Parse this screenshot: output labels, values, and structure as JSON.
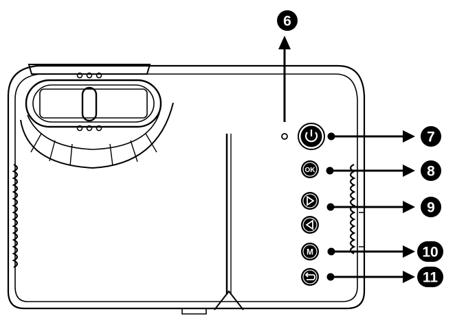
{
  "diagram": {
    "callouts": [
      {
        "number": "6"
      },
      {
        "number": "7"
      },
      {
        "number": "8"
      },
      {
        "number": "9"
      },
      {
        "number": "10"
      },
      {
        "number": "11"
      }
    ],
    "buttons": {
      "ok_label": "OK",
      "menu_label": "M"
    },
    "icons": {
      "power": "power-icon",
      "play": "play-icon",
      "back": "back-icon",
      "return": "return-icon"
    },
    "colors": {
      "ink": "#000000",
      "paper": "#ffffff"
    }
  }
}
